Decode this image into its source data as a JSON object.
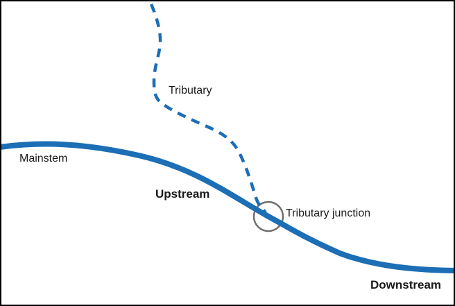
{
  "figure": {
    "type": "river-schematic-diagram",
    "labels": {
      "mainstem": "Mainstem",
      "tributary": "Tributary",
      "tributary_junction": "Tributary junction",
      "upstream": "Upstream",
      "downstream": "Downstream"
    },
    "colors": {
      "river_blue": "#1c6eb5",
      "junction_circle_gray": "#6e6e6e",
      "text": "#1a1a1a",
      "border": "#000000",
      "background": "#ffffff"
    }
  }
}
